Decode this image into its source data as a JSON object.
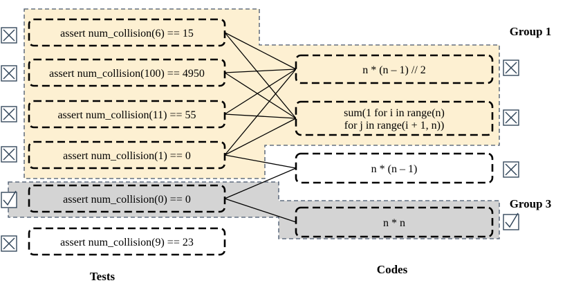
{
  "labels": {
    "group1": "Group 1",
    "group3": "Group 3",
    "tests": "Tests",
    "codes": "Codes"
  },
  "tests": [
    {
      "text": "assert num_collision(6) == 15",
      "status": "fail"
    },
    {
      "text": "assert num_collision(100) == 4950",
      "status": "fail"
    },
    {
      "text": "assert num_collision(11) == 55",
      "status": "fail"
    },
    {
      "text": "assert num_collision(1) == 0",
      "status": "fail"
    },
    {
      "text": "assert num_collision(0) == 0",
      "status": "pass"
    },
    {
      "text": "assert num_collision(9) == 23",
      "status": "fail"
    }
  ],
  "codes": [
    {
      "lines": [
        "n * (n – 1)  // 2"
      ],
      "status": "fail"
    },
    {
      "lines": [
        "sum(1 for i in range(n)",
        "for j in range(i + 1, n))"
      ],
      "status": "fail"
    },
    {
      "lines": [
        "n * (n – 1)"
      ],
      "status": "fail"
    },
    {
      "lines": [
        "n * n"
      ],
      "status": "pass"
    }
  ],
  "links": [
    [
      0,
      0
    ],
    [
      0,
      1
    ],
    [
      1,
      0
    ],
    [
      1,
      1
    ],
    [
      2,
      0
    ],
    [
      2,
      1
    ],
    [
      3,
      0
    ],
    [
      3,
      1
    ],
    [
      3,
      2
    ],
    [
      4,
      2
    ],
    [
      4,
      3
    ]
  ],
  "colors": {
    "group1_fill": "#fdf0d2",
    "group3_fill": "#d4d4d4",
    "group_border": "#44546a"
  }
}
